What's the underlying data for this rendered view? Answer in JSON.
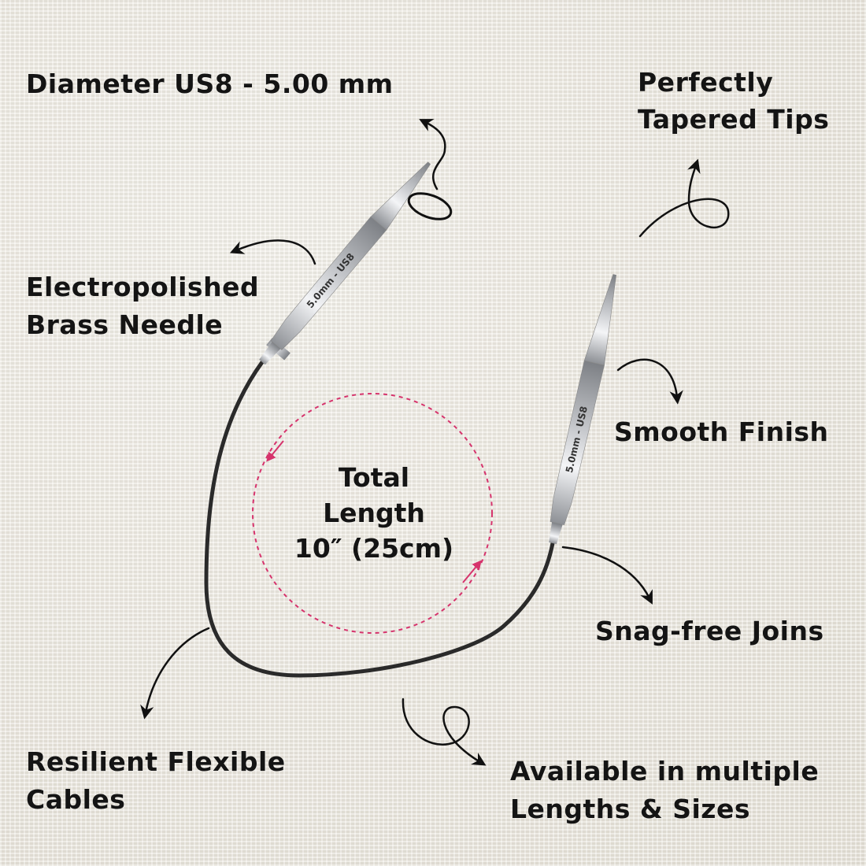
{
  "labels": {
    "diameter": "Diameter US8 - 5.00 mm",
    "tapered_line1": "Perfectly",
    "tapered_line2": "Tapered Tips",
    "electro_line1": "Electropolished",
    "electro_line2": "Brass Needle",
    "smooth": "Smooth Finish",
    "snag": "Snag-free Joins",
    "resilient_line1": "Resilient Flexible",
    "resilient_line2": "Cables",
    "available_line1": "Available in multiple",
    "available_line2": "Lengths & Sizes"
  },
  "total_length": {
    "line1": "Total",
    "line2": "Length",
    "line3": "10″ (25cm)"
  },
  "needle_engraving": "5.0mm - US8",
  "icons": [
    "curved-arrow-icon",
    "loop-arrow-icon",
    "circular-arrows-icon"
  ],
  "colors": {
    "background": "#efece4",
    "text": "#141414",
    "dashed_circle": "#d6336c",
    "cable": "#2a2a2a",
    "needle_metal": "#c9cbcf"
  }
}
